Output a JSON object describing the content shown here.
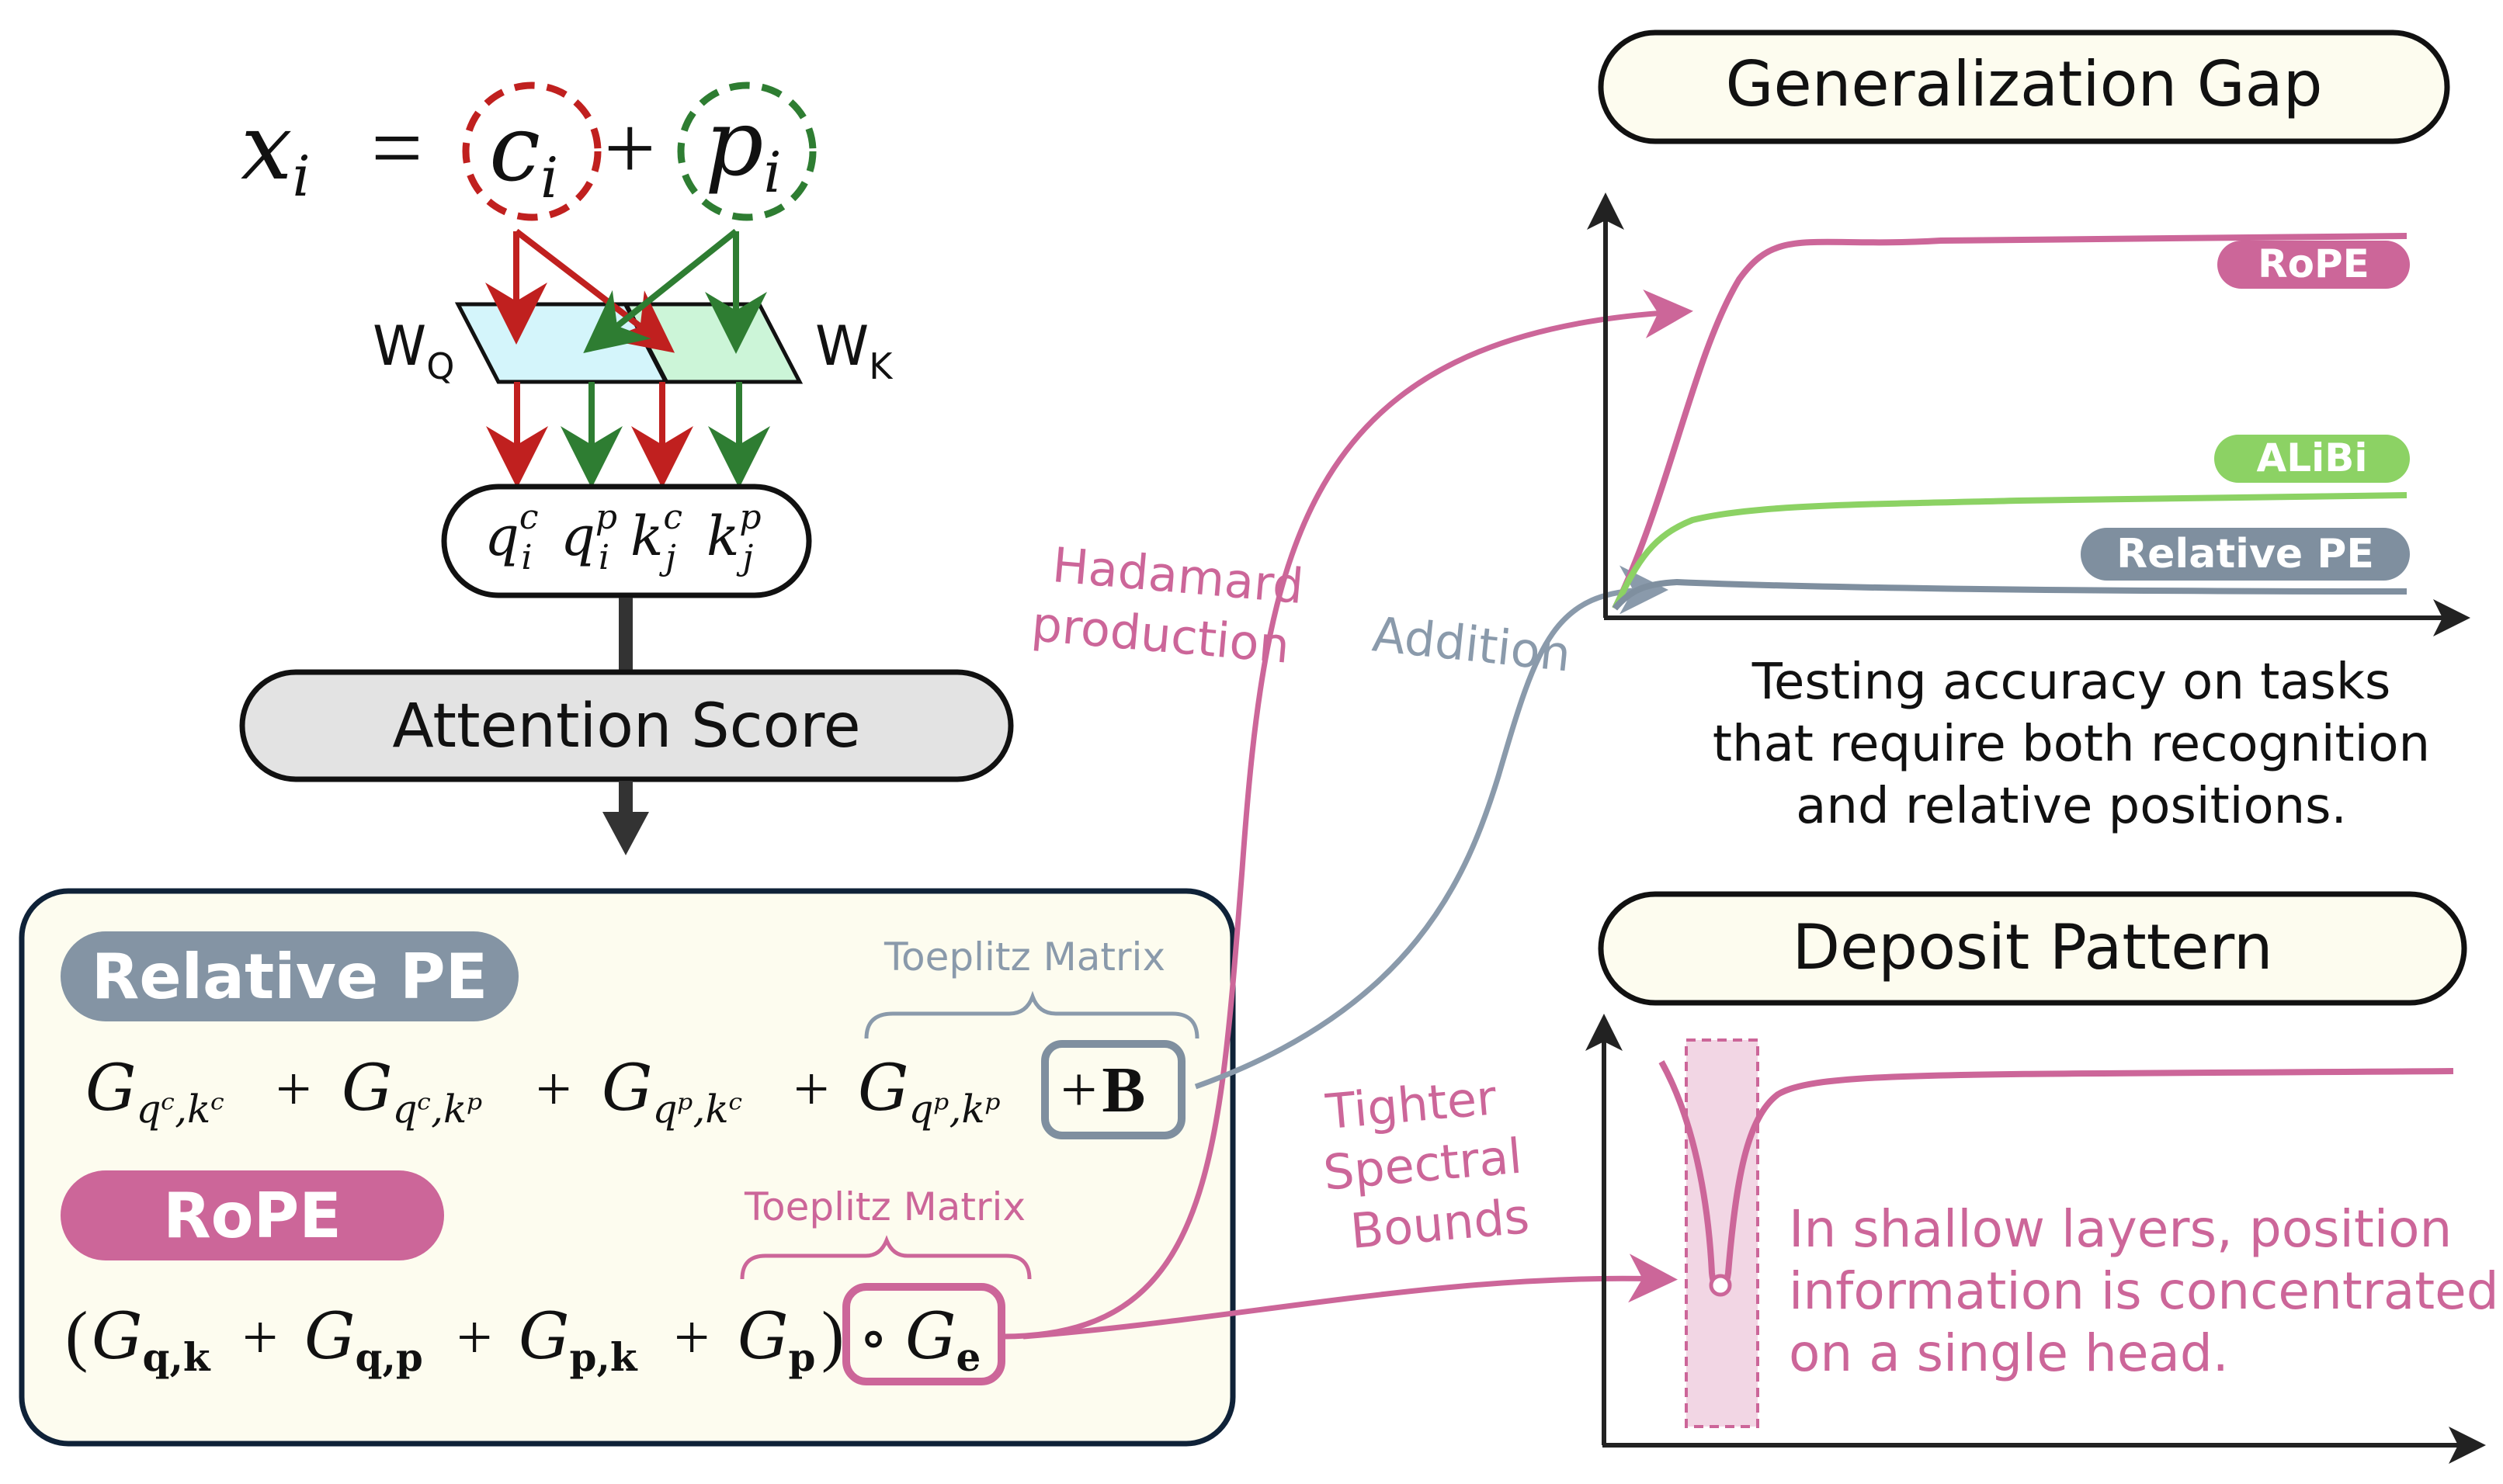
{
  "input_formula": {
    "lhs": "x",
    "lhs_sub": "i",
    "equals": "=",
    "content": "c",
    "content_sub": "i",
    "plus": "+",
    "position": "p",
    "position_sub": "i"
  },
  "weights": {
    "wq": "W",
    "wq_sub": "Q",
    "wk": "W",
    "wk_sub": "K"
  },
  "projections": [
    {
      "base": "q",
      "sup": "c",
      "sub": "i"
    },
    {
      "base": "q",
      "sup": "p",
      "sub": "i"
    },
    {
      "base": "k",
      "sup": "c",
      "sub": "j"
    },
    {
      "base": "k",
      "sup": "p",
      "sub": "j"
    }
  ],
  "attention_score_label": "Attention Score",
  "relative_pe": {
    "label": "Relative PE",
    "toeplitz_label": "Toeplitz Matrix",
    "terms": [
      "G",
      "qᶜ,kᶜ",
      "G",
      "qᶜ,kᵖ",
      "G",
      "qᵖ,kᶜ",
      "G",
      "qᵖ,kᵖ"
    ],
    "plus": "+",
    "bias": "B"
  },
  "rope": {
    "label": "RoPE",
    "toeplitz_label": "Toeplitz Matrix",
    "open": "(",
    "close": ")",
    "plus": "+",
    "g": "G",
    "sub_qk": "q,k",
    "sub_qp": "q,p",
    "sub_pk": "p,k",
    "sub_p": "p",
    "circ": "∘",
    "ge": "G",
    "ge_sub": "e"
  },
  "connectors": {
    "hadamard_line1": "Hadamard",
    "hadamard_line2": "production",
    "addition": "Addition",
    "tighter_line1": "Tighter",
    "tighter_line2": "Spectral",
    "tighter_line3": "Bounds"
  },
  "generalization": {
    "title": "Generalization Gap",
    "legend": [
      {
        "name": "RoPE",
        "color": "#cc6699"
      },
      {
        "name": "ALiBi",
        "color": "#8cd264"
      },
      {
        "name": "Relative PE",
        "color": "#7f8f9f"
      }
    ],
    "caption_line1": "Testing accuracy on tasks",
    "caption_line2": "that require both recognition",
    "caption_line3": "and relative positions."
  },
  "deposit": {
    "title": "Deposit Pattern",
    "note_line1": "In shallow layers, position",
    "note_line2": "information is concentrated",
    "note_line3": "on a single head."
  },
  "colors": {
    "content_red": "#c0201f",
    "position_green": "#2e7d32",
    "wq_fill": "#d4f5fb",
    "wk_fill": "#ccf5d8",
    "panel_fill": "#fdfcef",
    "relpe_gray": "#8494a4",
    "rope_pink": "#cc6699",
    "alibi_green": "#8cd264",
    "score_fill": "#e3e3e3"
  }
}
